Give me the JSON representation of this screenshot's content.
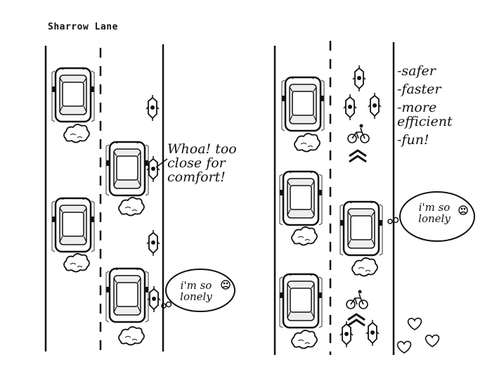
{
  "title": "Sharrow Lane",
  "left_panel": {
    "note": "Whoa! too close for comfort!",
    "bubble": "i'm so lonely"
  },
  "right_panel": {
    "benefits": [
      "-safer",
      "-faster",
      "-more efficient",
      "-fun!"
    ],
    "bubble": "i'm so lonely"
  },
  "icons": [
    "car-icon",
    "exhaust-cloud-icon",
    "cyclist-icon",
    "bike-lane-symbol-icon",
    "chevron-icon",
    "heart-icon",
    "sad-face-icon"
  ]
}
